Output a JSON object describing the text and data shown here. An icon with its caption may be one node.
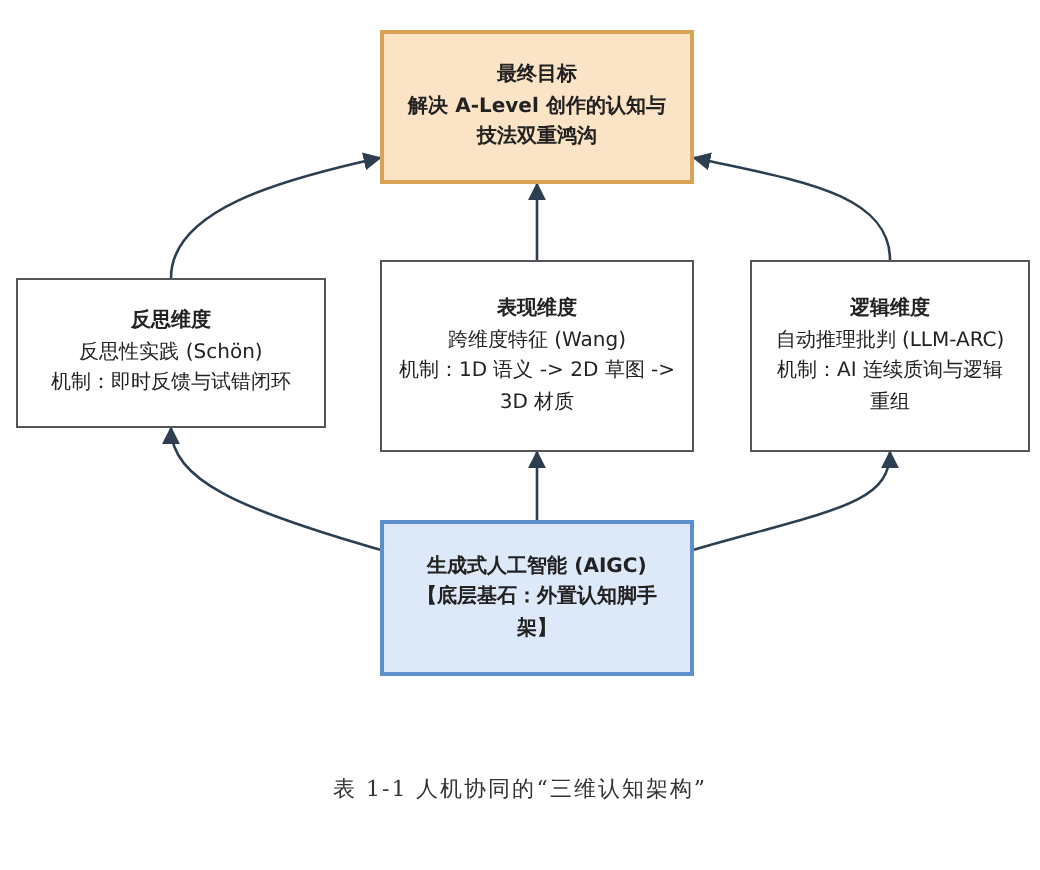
{
  "diagram": {
    "caption": "表 1-1 人机协同的“三维认知架构”",
    "nodes": [
      {
        "text": [
          "最终目标",
          "解决 A-Level 创作的认知与技法双重鸿沟"
        ]
      },
      {
        "text": [
          "反思维度",
          "反思性实践 (Schön)",
          "机制：即时反馈与试错闭环"
        ]
      },
      {
        "text": [
          "表现维度",
          "跨维度特征 (Wang)",
          "机制：1D 语义 -> 2D 草图 -> 3D 材质"
        ]
      },
      {
        "text": [
          "逻辑维度",
          "自动推理批判 (LLM-ARC)",
          "机制：AI 连续质询与逻辑重组"
        ]
      },
      {
        "text": [
          "生成式人工智能 (AIGC)",
          "【底层基石：外置认知脚手架】"
        ]
      }
    ],
    "edges": [
      {
        "from": 4,
        "to": 1,
        "arrow": "to"
      },
      {
        "from": 4,
        "to": 2,
        "arrow": "to"
      },
      {
        "from": 4,
        "to": 3,
        "arrow": "to"
      },
      {
        "from": 1,
        "to": 0,
        "arrow": "to"
      },
      {
        "from": 2,
        "to": 0,
        "arrow": "to"
      },
      {
        "from": 3,
        "to": 0,
        "arrow": "to"
      }
    ]
  }
}
